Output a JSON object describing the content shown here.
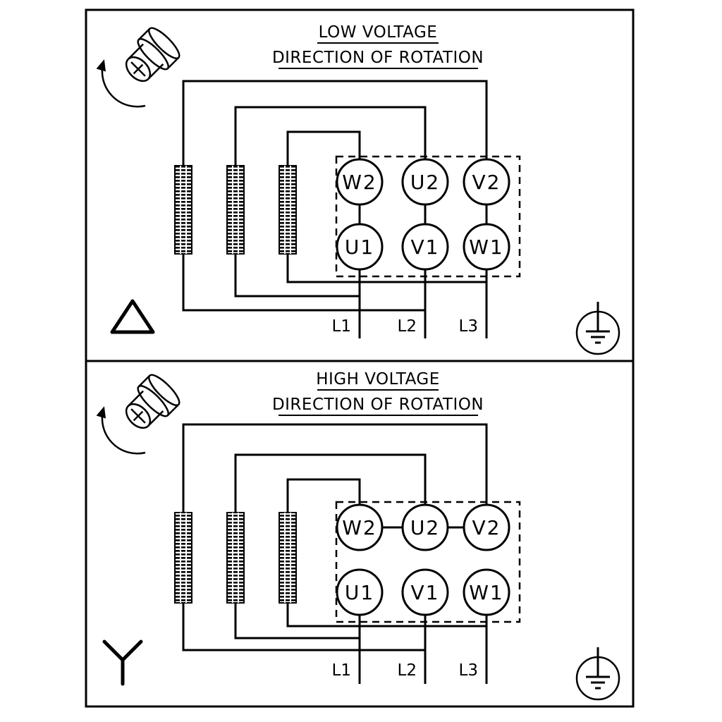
{
  "colors": {
    "line": "#000000",
    "background": "#ffffff"
  },
  "panels": [
    {
      "title": "LOW VOLTAGE",
      "subtitle": "DIRECTION OF ROTATION",
      "connection": "delta",
      "terminals_top": [
        "W2",
        "U2",
        "V2"
      ],
      "terminals_bottom": [
        "U1",
        "V1",
        "W1"
      ],
      "supply_lines": [
        "L1",
        "L2",
        "L3"
      ],
      "icons": [
        "rotating-shaft",
        "delta-connection",
        "earth-ground"
      ]
    },
    {
      "title": "HIGH VOLTAGE",
      "subtitle": "DIRECTION OF ROTATION",
      "connection": "star",
      "terminals_top": [
        "W2",
        "U2",
        "V2"
      ],
      "terminals_bottom": [
        "U1",
        "V1",
        "W1"
      ],
      "supply_lines": [
        "L1",
        "L2",
        "L3"
      ],
      "icons": [
        "rotating-shaft",
        "star-connection",
        "earth-ground"
      ]
    }
  ]
}
